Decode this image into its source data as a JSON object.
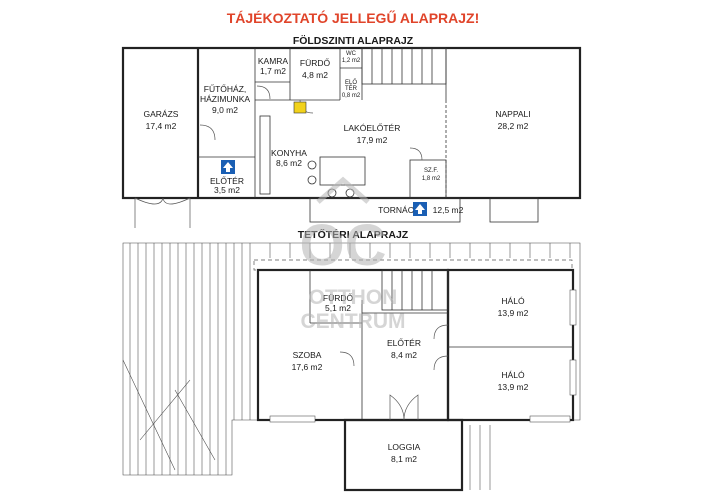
{
  "title": "TÁJÉKOZTATÓ JELLEGŰ ALAPRAJZ!",
  "title_color": "#e0442a",
  "ground_floor": {
    "heading": "FÖLDSZINTI ALAPRAJZ",
    "rooms": {
      "garazs": {
        "name": "GARÁZS",
        "area": "17,4 m2"
      },
      "kamra": {
        "name": "KAMRA",
        "area": "1,7 m2"
      },
      "furdo": {
        "name": "FÜRDŐ",
        "area": "4,8 m2"
      },
      "wc": {
        "name": "WC",
        "area": "1,2 m2"
      },
      "eloter_small": {
        "name1": "ELŐ",
        "name2": "TÉR",
        "area": "0,8 m2"
      },
      "futohaz": {
        "name1": "FŰTŐHÁZ,",
        "name2": "HÁZIMUNKA",
        "area": "9,0 m2"
      },
      "lakoeloter": {
        "name": "LAKÓELŐTÉR",
        "area": "17,9 m2"
      },
      "nappali": {
        "name": "NAPPALI",
        "area": "28,2 m2"
      },
      "konyha": {
        "name": "KONYHA",
        "area": "8,6 m2"
      },
      "eloter": {
        "name": "ELŐTÉR",
        "area": "3,5 m2"
      },
      "szf": {
        "name": "SZ.F.",
        "area": "1,8 m2"
      },
      "tornac": {
        "name": "TORNÁC",
        "area": "12,5 m2"
      }
    }
  },
  "attic_floor": {
    "heading": "TETŐTÉRI ALAPRAJZ",
    "rooms": {
      "furdo": {
        "name": "FÜRDŐ",
        "area": "5,1 m2"
      },
      "halo1": {
        "name": "HÁLÓ",
        "area": "13,9 m2"
      },
      "szoba": {
        "name": "SZOBA",
        "area": "17,6 m2"
      },
      "eloter": {
        "name": "ELŐTÉR",
        "area": "8,4 m2"
      },
      "halo2": {
        "name": "HÁLÓ",
        "area": "13,9 m2"
      },
      "loggia": {
        "name": "LOGGIA",
        "area": "8,1 m2"
      }
    }
  },
  "watermark": {
    "line1": "OTTHON",
    "line2": "CENTRUM",
    "logo": "OC"
  },
  "colors": {
    "entrance_arrow": "#1a5fb4",
    "electric_panel": "#f2d21b",
    "wall": "#222222"
  }
}
